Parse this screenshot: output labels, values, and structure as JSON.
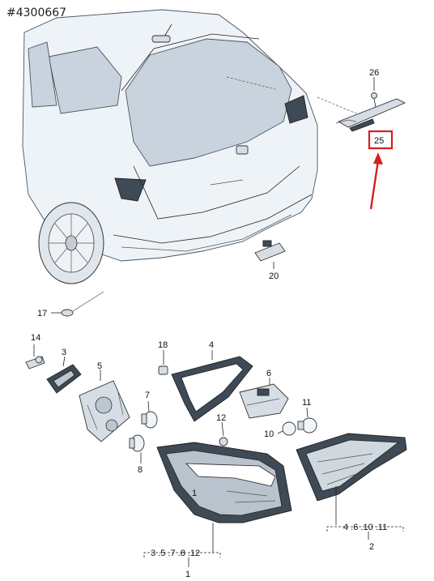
{
  "reference_number": "#4300667",
  "callouts": {
    "c26": "26",
    "c25": "25",
    "c20": "20",
    "c17": "17",
    "c14": "14",
    "c3": "3",
    "c5": "5",
    "c18": "18",
    "c4": "4",
    "c6": "6",
    "c7": "7",
    "c8": "8",
    "c11": "11",
    "c10": "10",
    "c12": "12",
    "c1": "1",
    "c2": "2",
    "group1": "3 .5 .7 .8 .12",
    "group2": "4 .6 .10 .11"
  },
  "highlight": {
    "target": "25",
    "color": "#d62020"
  }
}
